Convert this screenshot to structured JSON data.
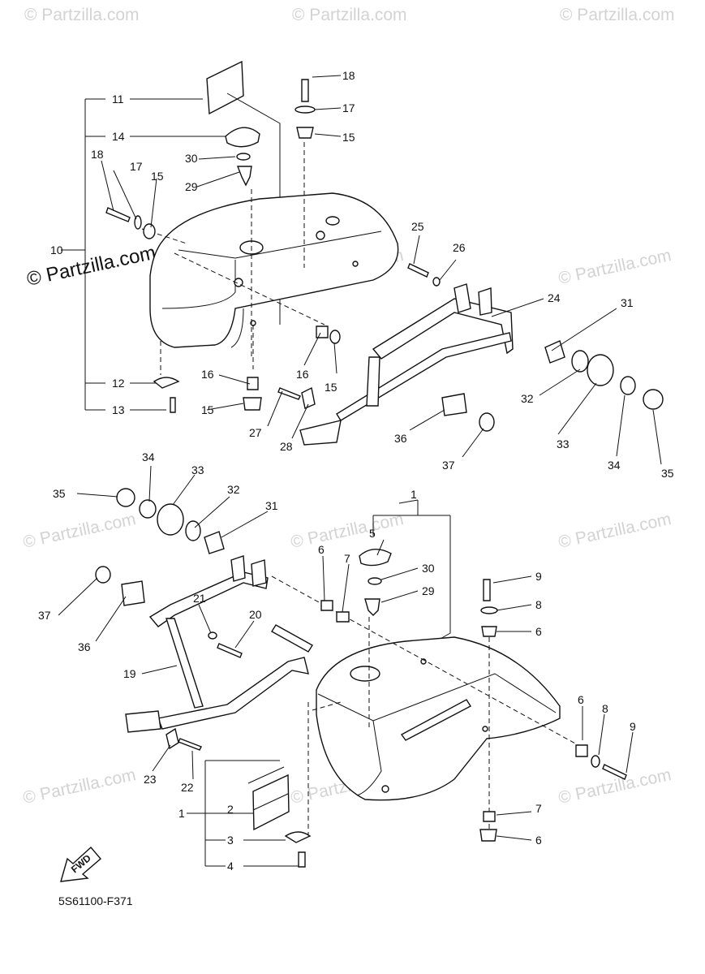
{
  "watermark": {
    "text": "© Partzilla.com",
    "dark_text": "© Partzilla.com"
  },
  "diagram_code": "5S61100-F371",
  "fwd_label": "FWD",
  "callouts": {
    "c1": "11",
    "c2": "14",
    "c3": "30",
    "c4": "29",
    "c5": "18",
    "c6": "17",
    "c7": "15",
    "c8": "10",
    "c9": "18",
    "c10": "17",
    "c11": "15",
    "c12": "25",
    "c13": "26",
    "c14": "24",
    "c15": "31",
    "c16": "32",
    "c17": "33",
    "c18": "34",
    "c19": "35",
    "c20": "16",
    "c21": "16",
    "c22": "15",
    "c23": "12",
    "c24": "13",
    "c25": "15",
    "c26": "27",
    "c27": "28",
    "c28": "36",
    "c29": "37",
    "d1": "1",
    "d2": "5",
    "d3": "30",
    "d4": "29",
    "d5": "6",
    "d6": "7",
    "d7": "9",
    "d8": "8",
    "d9": "6",
    "d10": "35",
    "d11": "34",
    "d12": "33",
    "d13": "32",
    "d14": "31",
    "d15": "37",
    "d16": "36",
    "d17": "21",
    "d18": "20",
    "d19": "19",
    "d20": "6",
    "d21": "8",
    "d22": "9",
    "d23": "23",
    "d24": "22",
    "d25": "7",
    "d26": "6",
    "d27": "1",
    "d28": "2",
    "d29": "3",
    "d30": "4"
  }
}
